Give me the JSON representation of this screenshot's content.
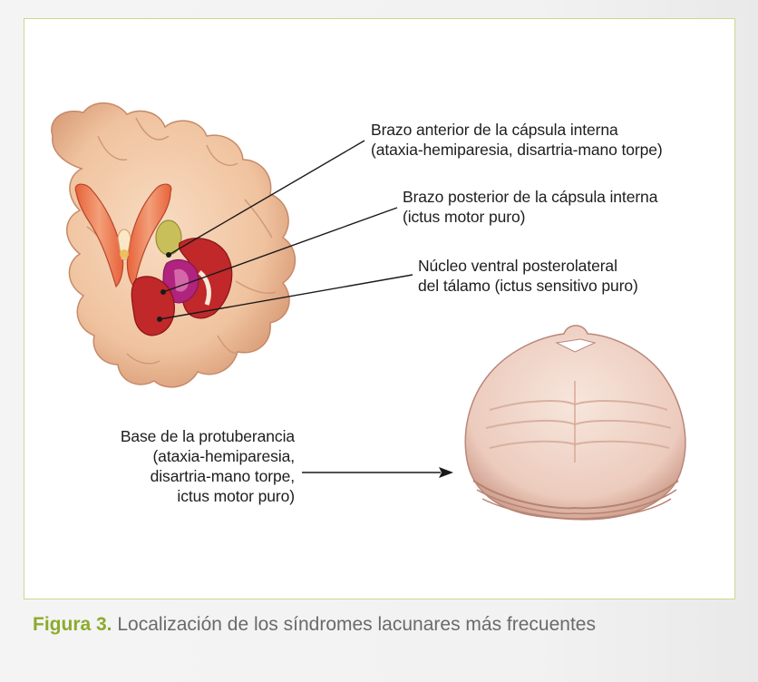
{
  "labels": {
    "anterior_capsule": {
      "line1": "Brazo anterior de la cápsula interna",
      "line2": "(ataxia-hemiparesia, disartria-mano torpe)"
    },
    "posterior_capsule": {
      "line1": "Brazo posterior de la cápsula interna",
      "line2": "(ictus motor puro)"
    },
    "thalamus": {
      "line1": "Núcleo ventral posterolateral",
      "line2": "del tálamo (ictus sensitivo puro)"
    },
    "pons": {
      "line1": "Base de la protuberancia",
      "line2": "(ataxia-hemiparesia,",
      "line3": "disartria-mano torpe,",
      "line4": "ictus motor puro)"
    }
  },
  "caption": {
    "figure_number": "Figura 3.",
    "text": " Localización de los síndromes lacunares más frecuentes"
  },
  "colors": {
    "caption_accent": "#8cab2c",
    "frame_border": "#c9d98e",
    "lesion_red": "#c0282a",
    "lesion_magenta": "#b0237e",
    "brain_tissue": "#f2c8a4"
  }
}
